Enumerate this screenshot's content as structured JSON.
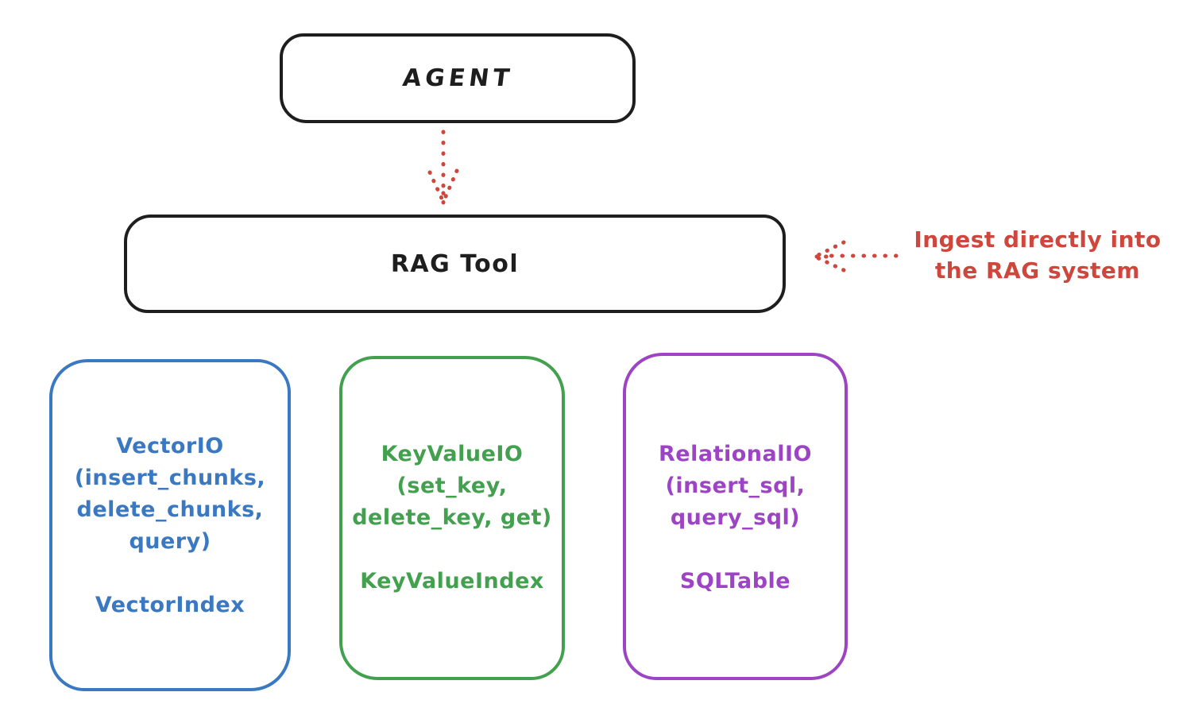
{
  "colors": {
    "ink": "#1e1e1e",
    "red": "#cf463c",
    "blue": "#3b78c2",
    "green": "#42a04e",
    "purple": "#9d44c4",
    "background": "#ffffff"
  },
  "nodes": {
    "agent": {
      "label": "AGENT"
    },
    "rag_tool": {
      "label": "RAG Tool"
    }
  },
  "annotation": {
    "lines": [
      "Ingest directly into",
      "the RAG system"
    ]
  },
  "stores": [
    {
      "id": "vector-io",
      "color": "#3b78c2",
      "lines": [
        "VectorIO",
        "(insert_chunks,",
        "delete_chunks,",
        "query)"
      ],
      "index_label": "VectorIndex"
    },
    {
      "id": "keyvalue-io",
      "color": "#42a04e",
      "lines": [
        "KeyValueIO",
        "(set_key,",
        "delete_key, get)"
      ],
      "index_label": "KeyValueIndex"
    },
    {
      "id": "relational-io",
      "color": "#9d44c4",
      "lines": [
        "RelationalIO",
        "(insert_sql,",
        "query_sql)"
      ],
      "index_label": "SQLTable"
    }
  ],
  "arrows": [
    {
      "id": "agent-to-rag-tool",
      "style": "dotted",
      "direction": "down"
    },
    {
      "id": "ingest-into-rag-tool",
      "style": "dotted",
      "direction": "left"
    }
  ]
}
